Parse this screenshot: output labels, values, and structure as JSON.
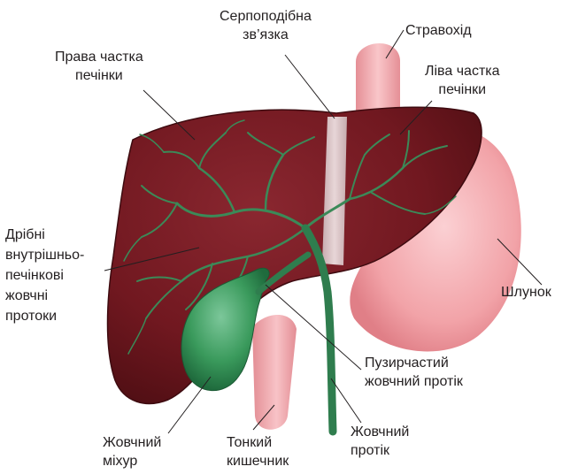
{
  "labels": {
    "falciform": [
      "Серпоподібна",
      "зв’язка"
    ],
    "esophagus": [
      "Стравохід"
    ],
    "right_lobe": [
      "Права частка",
      "печінки"
    ],
    "left_lobe": [
      "Ліва частка",
      "печінки"
    ],
    "small_ducts": [
      "Дрібні",
      "внутрішньо-",
      "печінкові",
      "жовчні",
      "протоки"
    ],
    "stomach": [
      "Шлунок"
    ],
    "cystic_duct": [
      "Пузирчастий",
      "жовчний протік"
    ],
    "gallbladder": [
      "Жовчний",
      "міхур"
    ],
    "small_intestine": [
      "Тонкий",
      "кишечник"
    ],
    "bile_duct": [
      "Жовчний",
      "протік"
    ]
  },
  "colors": {
    "liver": "#7a1b22",
    "liver_dark": "#4e0e13",
    "stomach": "#f2a3a8",
    "esophagus": "#f5b4b8",
    "bile_green": "#2f7d4e",
    "gallbladder": "#3a9a5c",
    "ligament": "#e8d9da",
    "leader_line": "#231f20"
  }
}
